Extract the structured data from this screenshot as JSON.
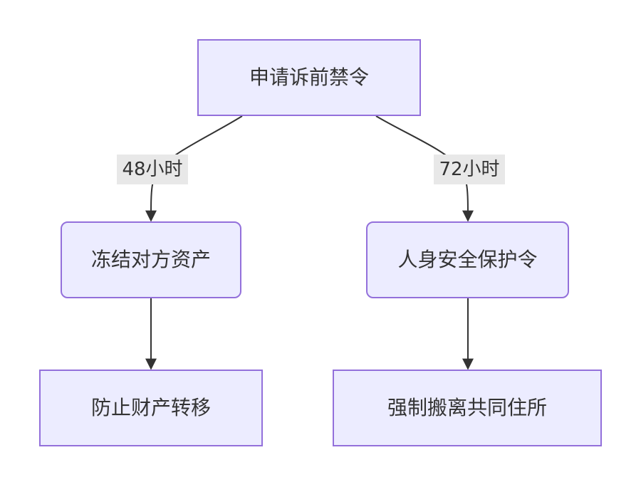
{
  "diagram": {
    "nodes": {
      "root": "申请诉前禁令",
      "freeze": "冻结对方资产",
      "protect": "人身安全保护令",
      "prevent": "防止财产转移",
      "evict": "强制搬离共同住所"
    },
    "edges": [
      {
        "from": "root",
        "to": "freeze",
        "label": "48小时"
      },
      {
        "from": "root",
        "to": "protect",
        "label": "72小时"
      },
      {
        "from": "freeze",
        "to": "prevent",
        "label": ""
      },
      {
        "from": "protect",
        "to": "evict",
        "label": ""
      }
    ],
    "colors": {
      "node_fill": "#ECECFF",
      "node_border": "#9370DB",
      "edge": "#333333",
      "label_bg": "#e8e8e8",
      "text": "#333333"
    }
  }
}
